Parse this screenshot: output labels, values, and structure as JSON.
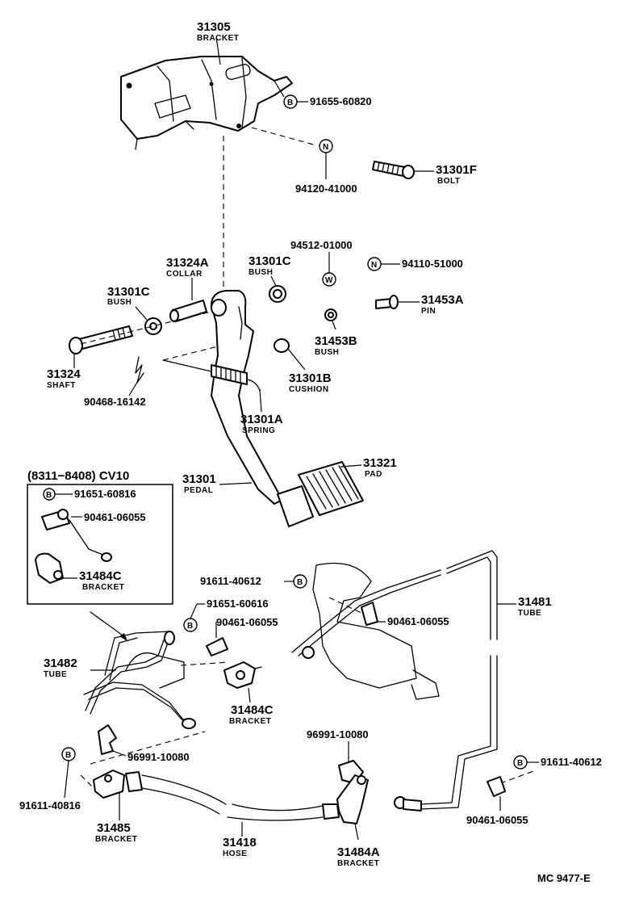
{
  "parts": {
    "bracket_31305": {
      "number": "31305",
      "name": "BRACKET"
    },
    "bolt_31301f": {
      "number": "31301F",
      "name": "BOLT"
    },
    "collar_31324a": {
      "number": "31324A",
      "name": "COLLAR"
    },
    "bush_31301c_top": {
      "number": "31301C",
      "name": "BUSH"
    },
    "bush_31301c_left": {
      "number": "31301C",
      "name": "BUSH"
    },
    "pin_31453a": {
      "number": "31453A",
      "name": "PIN"
    },
    "bush_31453b": {
      "number": "31453B",
      "name": "BUSH"
    },
    "shaft_31324": {
      "number": "31324",
      "name": "SHAFT"
    },
    "cushion_31301b": {
      "number": "31301B",
      "name": "CUSHION"
    },
    "spring_31301a": {
      "number": "31301A",
      "name": "SPRING"
    },
    "pedal_31301": {
      "number": "31301",
      "name": "PEDAL"
    },
    "pad_31321": {
      "number": "31321",
      "name": "PAD"
    },
    "tube_31481": {
      "number": "31481",
      "name": "TUBE"
    },
    "tube_31482": {
      "number": "31482",
      "name": "TUBE"
    },
    "bracket_31484c_inset": {
      "number": "31484C",
      "name": "BRACKET"
    },
    "bracket_31484c": {
      "number": "31484C",
      "name": "BRACKET"
    },
    "bracket_31485": {
      "number": "31485",
      "name": "BRACKET"
    },
    "hose_31418": {
      "number": "31418",
      "name": "HOSE"
    },
    "bracket_31484a": {
      "number": "31484A",
      "name": "BRACKET"
    }
  },
  "fasteners": {
    "f1": "91655-60820",
    "f2": "94120-41000",
    "f3": "94512-01000",
    "f4": "94110-51000",
    "f5": "90468-16142",
    "f6": "91651-60816",
    "f7": "90461-06055",
    "f8": "91611-40612",
    "f9": "90461-06055",
    "f10": "91651-60616",
    "f11": "90461-06055",
    "f12": "96991-10080",
    "f13": "96991-10080",
    "f14": "91611-40612",
    "f15": "91611-40816",
    "f16": "90461-06055"
  },
  "markers": {
    "b": "B",
    "n": "N",
    "w": "W"
  },
  "inset": {
    "title": "(8311−8408) CV10"
  },
  "drawing_code": "MC  9477-E"
}
